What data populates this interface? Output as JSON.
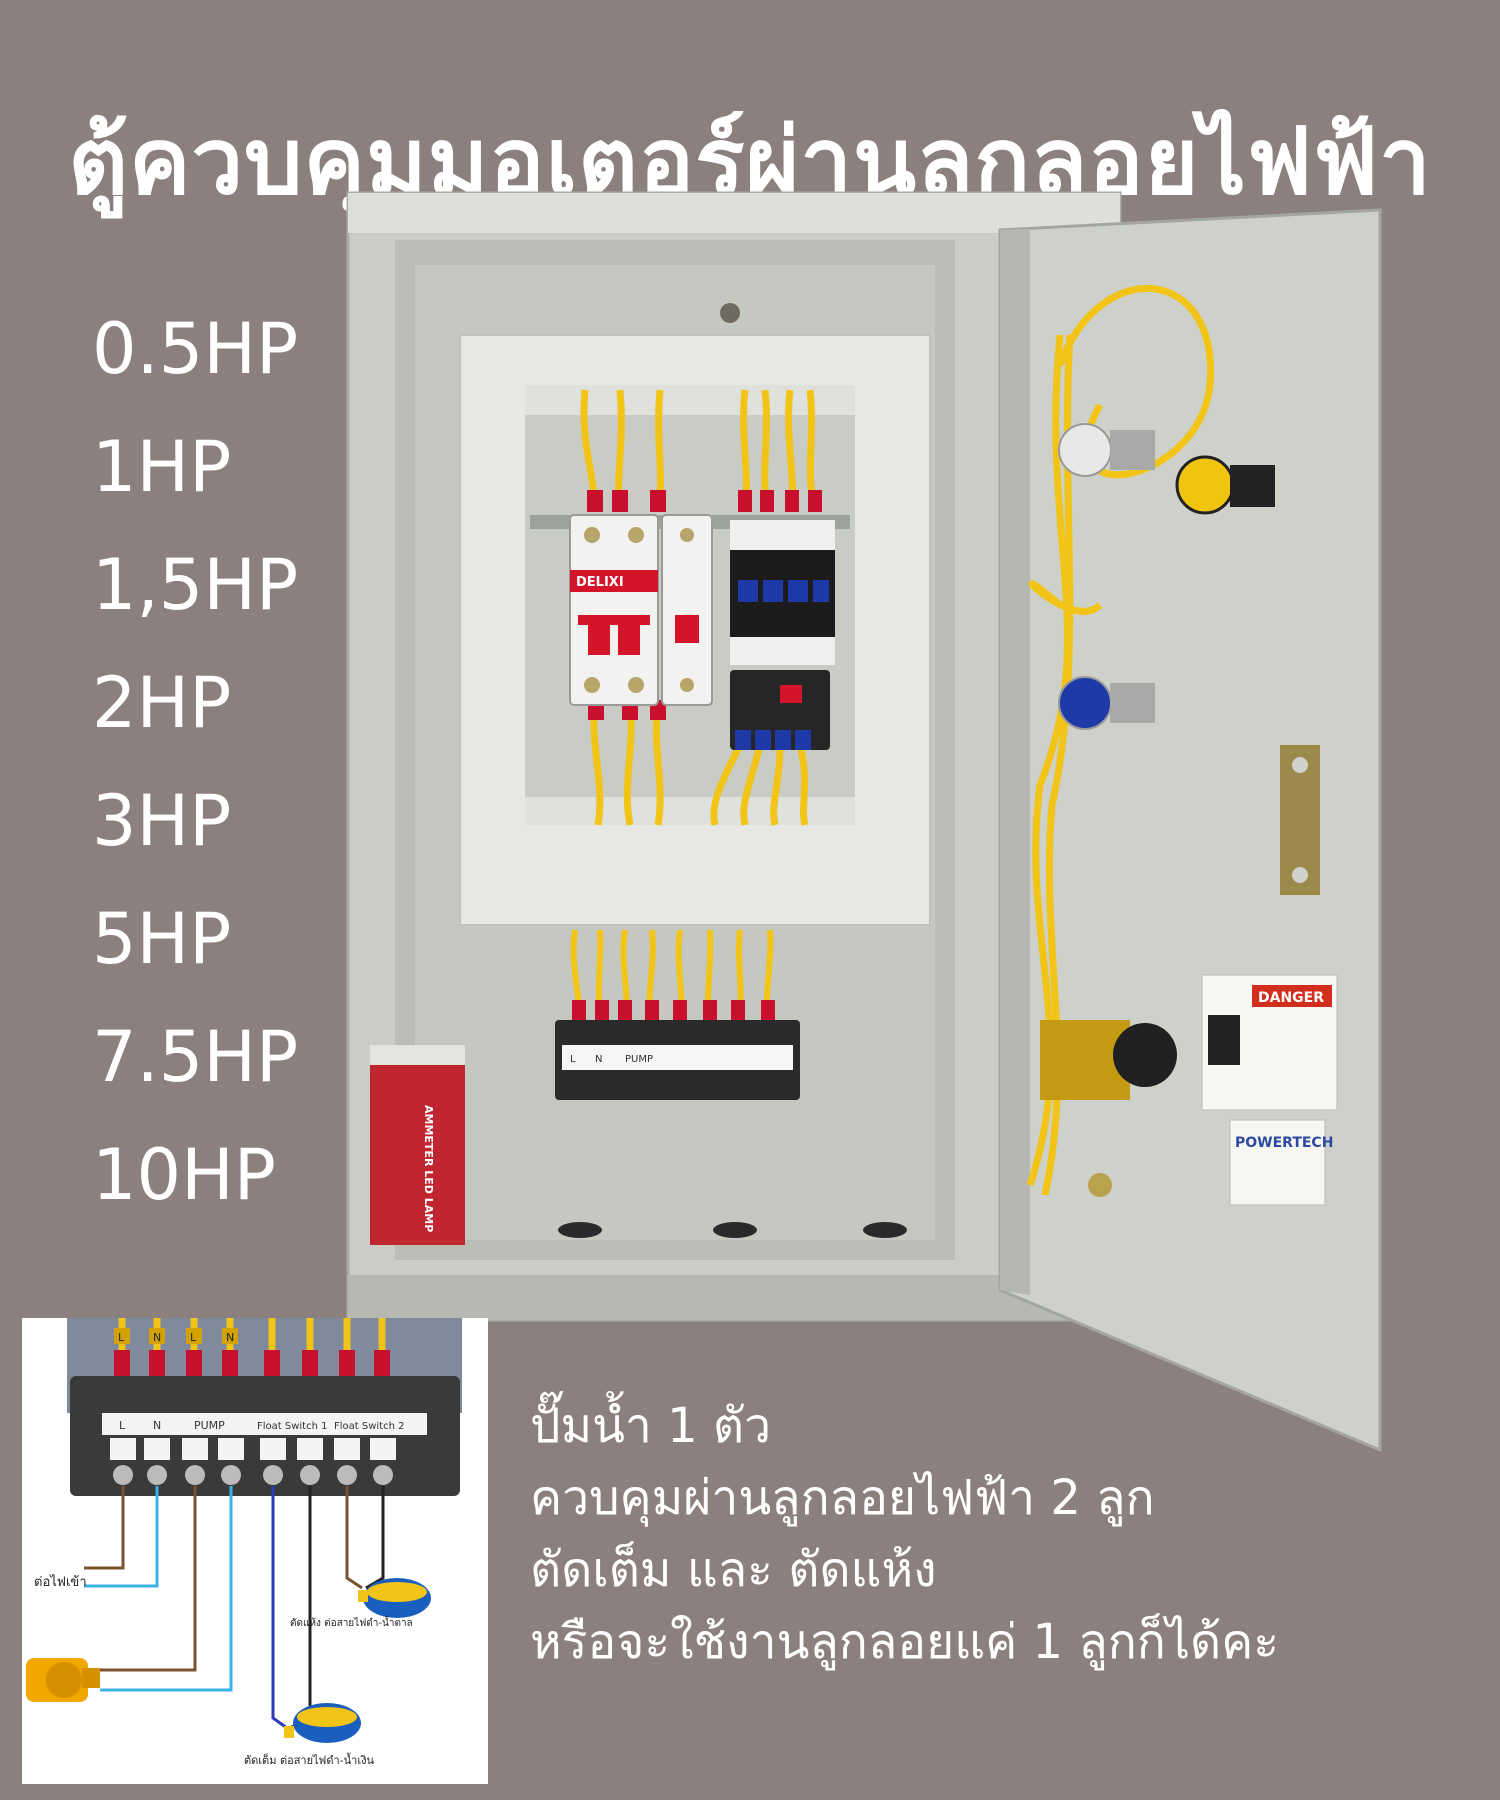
{
  "title": "ตู้ควบคุมมอเตอร์ผ่านลูกลอยไฟฟ้า",
  "hp_options": [
    "0.5HP",
    "1HP",
    "1,5HP",
    "2HP",
    "3HP",
    "5HP",
    "7.5HP",
    "10HP"
  ],
  "photo": {
    "breaker_brand": "DELIXI",
    "ammeter_box_label": "AMMETER LED LAMP",
    "danger_label": "DANGER",
    "brand_label": "POWERTECH",
    "terminal_labels": [
      "L",
      "N",
      "PUMP"
    ]
  },
  "inset": {
    "wire_tags": [
      "L",
      "N",
      "L",
      "N"
    ],
    "terminal_labels": [
      "L",
      "N",
      "PUMP",
      "Float Switch 1",
      "Float Switch 2"
    ],
    "power_in_label": "ต่อไฟเข้า",
    "float_dry_label": "ตัดแห้ง ต่อสายไฟดำ-น้ำตาล",
    "float_full_label": "ตัดเต็ม ต่อสายไฟดำ-น้ำเงิน"
  },
  "caption": [
    "ปั๊มน้ำ 1 ตัว",
    "ควบคุมผ่านลูกลอยไฟฟ้า 2 ลูก",
    "ตัดเต็ม และ ตัดแห้ง",
    "หรือจะใช้งานลูกลอยแค่ 1 ลูกก็ได้คะ"
  ],
  "colors": {
    "background": "#8c807e",
    "cabinet": "#d4d8d2",
    "wire": "#f2c418",
    "wire_tag": "#c8102e",
    "breaker_red": "#d4142a",
    "contactor_blue": "#1d3aa8"
  }
}
